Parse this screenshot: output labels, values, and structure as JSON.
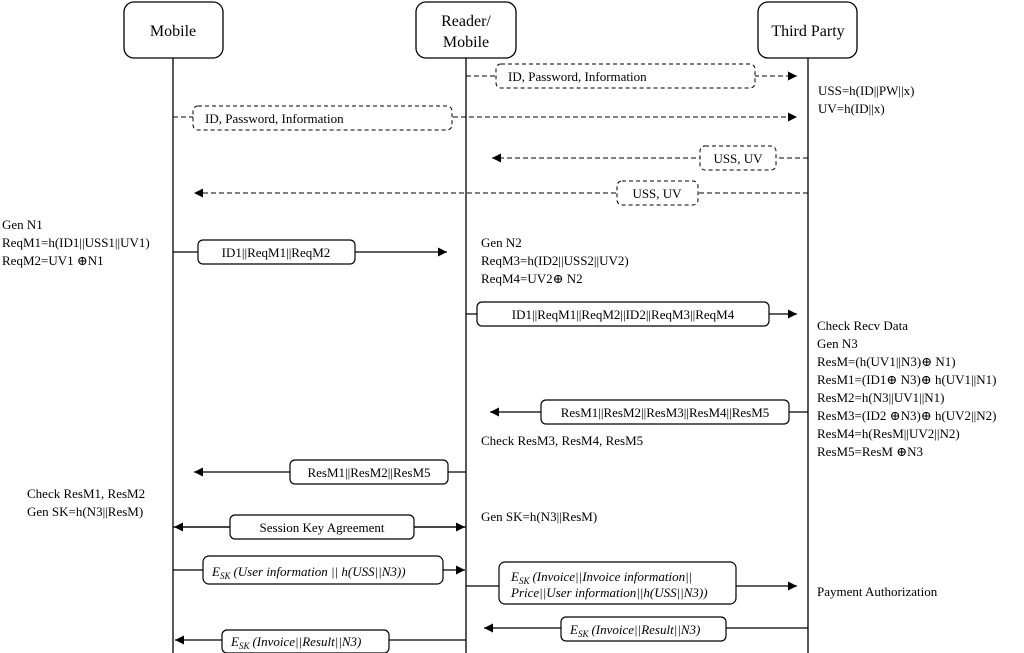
{
  "participants": {
    "mobile": "Mobile",
    "reader_line1": "Reader/",
    "reader_line2": "Mobile",
    "third_party": "Third Party"
  },
  "messages": {
    "reg_reader": "ID, Password, Information",
    "reg_mobile": "ID, Password, Information",
    "uss_uv_reader": "USS, UV",
    "uss_uv_mobile": "USS, UV",
    "m1": "ID1||ReqM1||ReqM2",
    "m2": "ID1||ReqM1||ReqM2||ID2||ReqM3||ReqM4",
    "m3": "ResM1||ResM2||ResM3||ResM4||ResM5",
    "m4": "ResM1||ResM2||ResM5",
    "ska": "Session Key Agreement",
    "esk": "E",
    "sk_sub": "SK",
    "enc_user_info": "(User information || h(USS||N3))",
    "enc_invoice_line1": "(Invoice||Invoice information||",
    "enc_invoice_line2": "Price||User information||h(USS||N3))",
    "enc_result_tp": "(Invoice||Result||N3)",
    "enc_result_mobile": "(Invoice||Result||N3)"
  },
  "notes": {
    "tp_uss": "USS=h(ID||PW||x)",
    "tp_uv": "UV=h(ID||x)",
    "mobile_gen": [
      "Gen N1",
      "ReqM1=h(ID1||USS1||UV1)",
      "ReqM2=UV1 ⊕N1"
    ],
    "reader_gen": [
      "Gen N2",
      "ReqM3=h(ID2||USS2||UV2)",
      "ReqM4=UV2⊕ N2"
    ],
    "tp_check": [
      "Check Recv Data",
      "Gen N3",
      "ResM=(h(UV1||N3)⊕ N1)",
      "ResM1=(ID1⊕ N3)⊕ h(UV1||N1)",
      "ResM2=h(N3||UV1||N1)",
      "ResM3=(ID2 ⊕N3)⊕ h(UV2||N2)",
      "ResM4=h(ResM||UV2||N2)",
      "ResM5=ResM ⊕N3"
    ],
    "reader_check": "Check ResM3, ResM4, ResM5",
    "mobile_check": [
      "Check ResM1, ResM2",
      "Gen SK=h(N3||ResM)"
    ],
    "reader_sk": "Gen SK=h(N3||ResM)",
    "payment": "Payment Authorization"
  }
}
